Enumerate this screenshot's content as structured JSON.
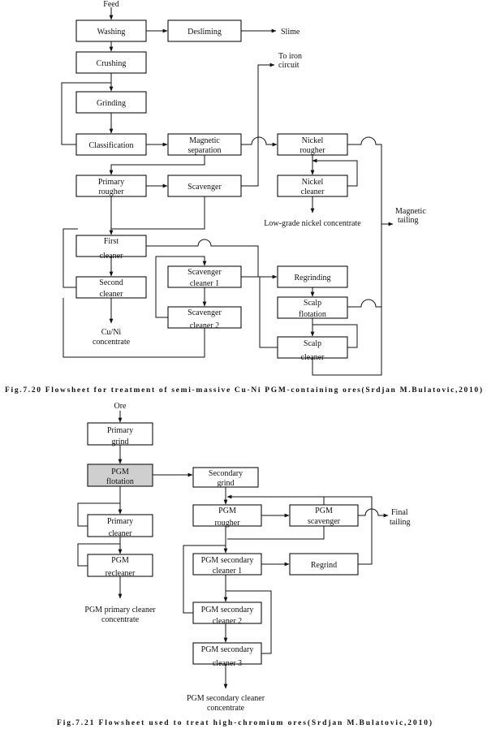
{
  "fig720": {
    "feed": "Feed",
    "washing": "Washing",
    "desliming": "Desliming",
    "slime": "Slime",
    "crushing": "Crushing",
    "to_iron_1": "To iron",
    "to_iron_2": "circuit",
    "grinding": "Grinding",
    "classification": "Classification",
    "magsep_1": "Magnetic",
    "magsep_2": "separation",
    "nickel_rougher_1": "Nickel",
    "nickel_rougher_2": "rougher",
    "primary_rougher_1": "Primary",
    "primary_rougher_2": "rougher",
    "scavenger": "Scavenger",
    "nickel_cleaner_1": "Nickel",
    "nickel_cleaner_2": "cleaner",
    "magnetic_tailing_1": "Magnetic",
    "magnetic_tailing_2": "tailing",
    "low_grade_ni": "Low-grade nickel concentrate",
    "first_cleaner_1": "First",
    "first_cleaner_2": "cleaner",
    "scav_cleaner1_1": "Scavenger",
    "scav_cleaner1_2": "cleaner 1",
    "regrinding": "Regrinding",
    "second_cleaner_1": "Second",
    "second_cleaner_2": "cleaner",
    "scav_cleaner2_1": "Scavenger",
    "scav_cleaner2_2": "cleaner 2",
    "scalp_flot_1": "Scalp",
    "scalp_flot_2": "flotation",
    "cuni_conc_1": "Cu/Ni",
    "cuni_conc_2": "concentrate",
    "scalp_cleaner_1": "Scalp",
    "scalp_cleaner_2": "cleaner",
    "caption": "Fig.7.20  Flowsheet  for  treatment  of  semi-massive  Cu-Ni  PGM-containing  ores(Srdjan  M.Bulatovic,2010)"
  },
  "fig721": {
    "ore": "Ore",
    "primary_grind_1": "Primary",
    "primary_grind_2": "grind",
    "pgm_flot_1": "PGM",
    "pgm_flot_2": "flotation",
    "secondary_grind_1": "Secondary",
    "secondary_grind_2": "grind",
    "pgm_rougher_1": "PGM",
    "pgm_rougher_2": "rougher",
    "pgm_scavenger_1": "PGM",
    "pgm_scavenger_2": "scavenger",
    "final_tailing_1": "Final",
    "final_tailing_2": "tailing",
    "primary_cleaner_1": "Primary",
    "primary_cleaner_2": "cleaner",
    "pgm_recleaner_1": "PGM",
    "pgm_recleaner_2": "recleaner",
    "sec_cleaner1_1": "PGM  secondary",
    "sec_cleaner1_2": "cleaner  1",
    "regrind": "Regrind",
    "pgm_primary_conc_1": "PGM primary cleaner",
    "pgm_primary_conc_2": "concentrate",
    "sec_cleaner2_1": "PGM secondary",
    "sec_cleaner2_2": "cleaner 2",
    "sec_cleaner3_1": "PGM secondary",
    "sec_cleaner3_2": "cleaner  3",
    "pgm_sec_conc_1": "PGM secondary cleaner",
    "pgm_sec_conc_2": "concentrate",
    "caption": "Fig.7.21  Flowsheet  used  to  treat  high-chromium  ores(Srdjan  M.Bulatovic,2010)"
  }
}
